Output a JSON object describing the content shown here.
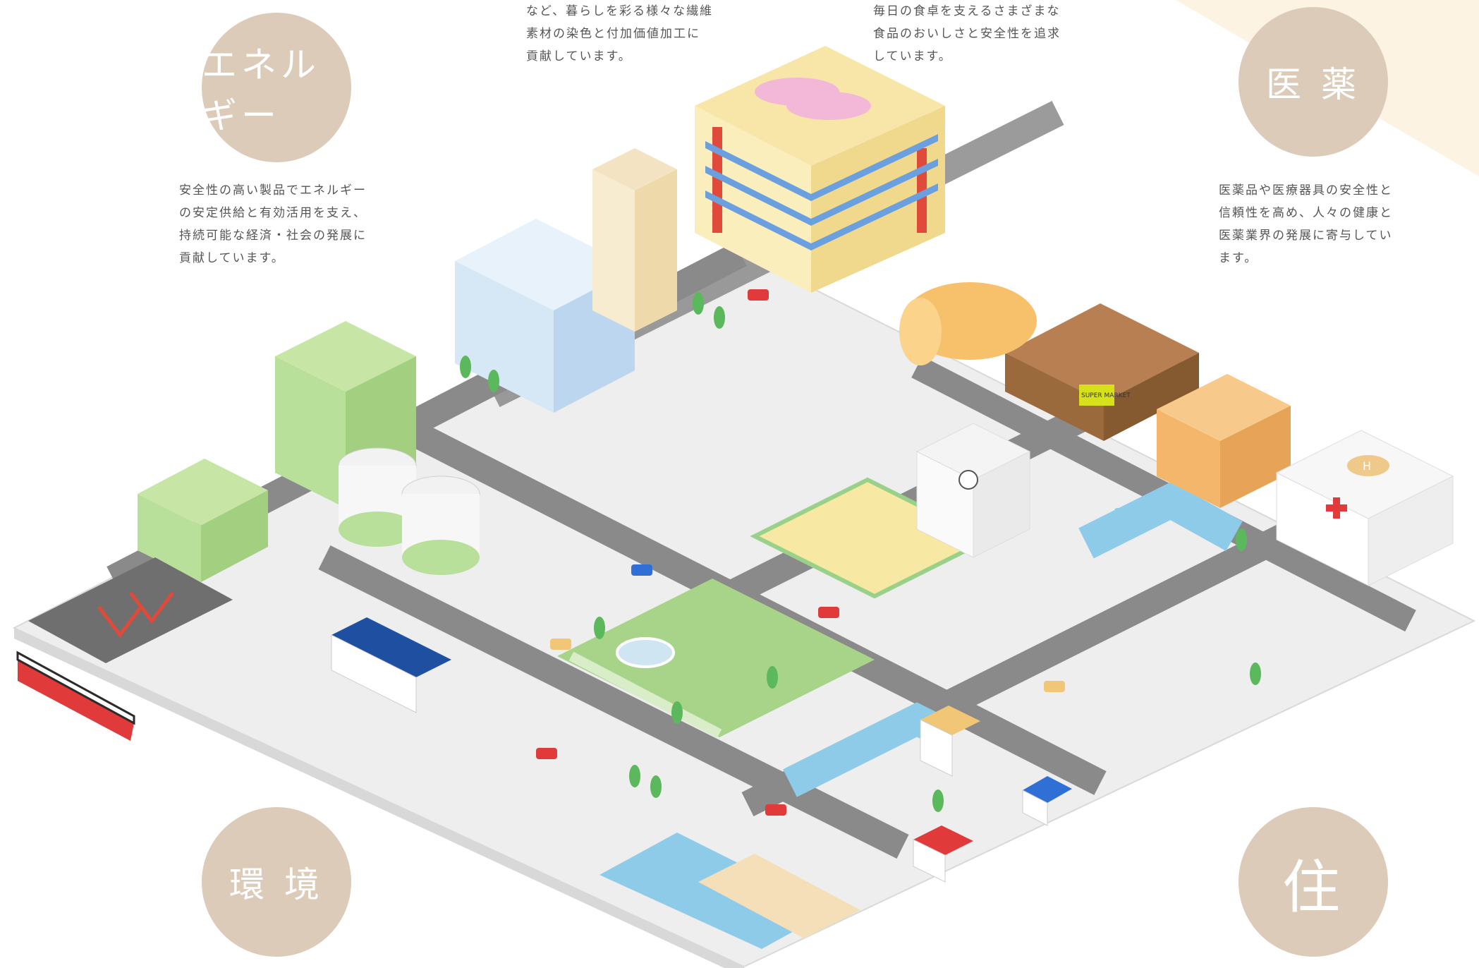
{
  "categories": [
    {
      "key": "energy",
      "title": "エネルギー",
      "lines": [
        "安全性の高い製品でエネルギー",
        "の安定供給と有効活用を支え、",
        "持続可能な経済・社会の発展に",
        "貢献しています。"
      ]
    },
    {
      "key": "textile",
      "title": "",
      "lines": [
        "など、暮らしを彩る様々な繊維",
        "素材の染色と付加価値加工に",
        "貢献しています。"
      ]
    },
    {
      "key": "food",
      "title": "",
      "lines": [
        "毎日の食卓を支えるさまざまな",
        "食品のおいしさと安全性を追求",
        "しています。"
      ]
    },
    {
      "key": "medical",
      "title": "医 薬",
      "lines": [
        "医薬品や医療器具の安全性と",
        "信頼性を高め、人々の健康と",
        "医薬業界の発展に寄与してい",
        "ます。"
      ]
    },
    {
      "key": "environment",
      "title": "環 境",
      "lines": []
    },
    {
      "key": "housing",
      "title": "住",
      "lines": []
    }
  ],
  "illustration": {
    "supermarket_sign": "SUPER MARKET",
    "heliport_mark": "H",
    "colors": {
      "circle": "#dccbb8",
      "road": "#8a8a8a",
      "park": "#a8d48a",
      "water": "#8ecbe8",
      "energy_green": "#b8e09a",
      "food_building": "#f7e6a8",
      "brown_building": "#9b6a3c",
      "hospital_red": "#e03a3a"
    }
  }
}
